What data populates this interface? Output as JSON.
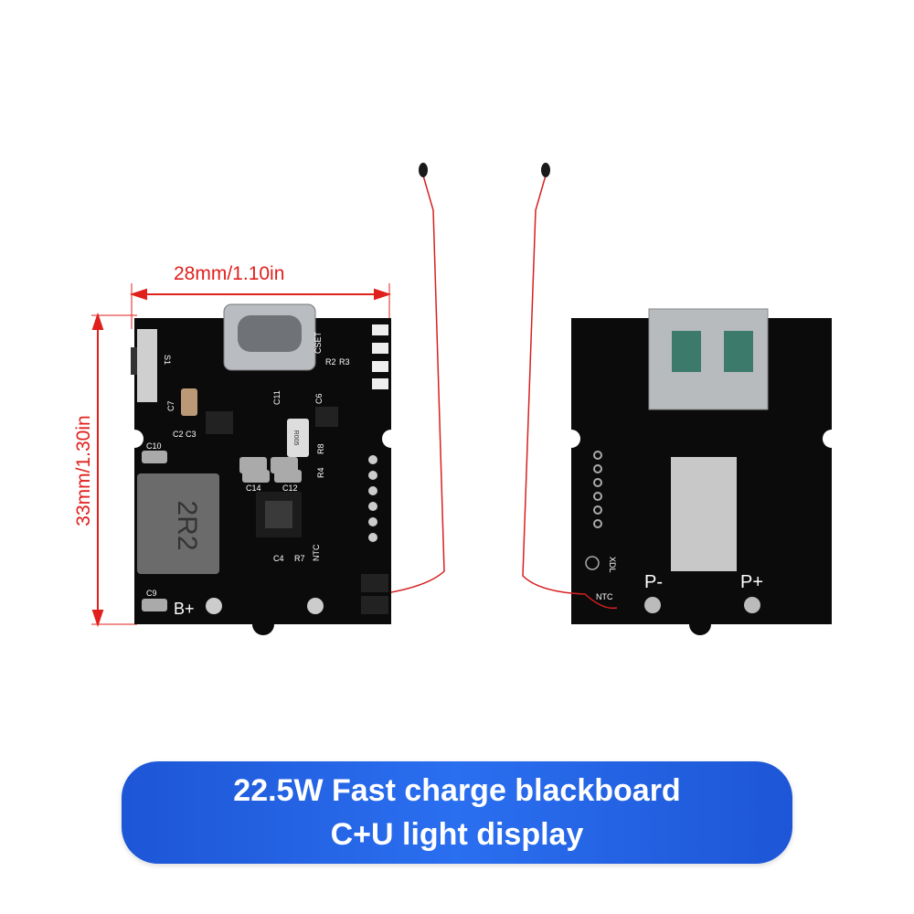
{
  "dimensions": {
    "width_label": "28mm/1.10in",
    "height_label": "33mm/1.30in"
  },
  "front_board": {
    "silkscreen": [
      "S1",
      "C7",
      "C2",
      "C3",
      "C10",
      "C9",
      "B+",
      "C14",
      "C12",
      "C11",
      "C6",
      "CSET",
      "R2",
      "R3",
      "R8",
      "R4",
      "C4",
      "R7",
      "NTC",
      "2R2",
      "R005"
    ]
  },
  "back_board": {
    "silkscreen": [
      "XDL",
      "NTC",
      "P-",
      "P+"
    ]
  },
  "banner": {
    "line1": "22.5W Fast charge blackboard",
    "line2": "C+U light display",
    "color": "#2a6ff0"
  },
  "colors": {
    "dimension": "#e0201c",
    "pcb": "#0b0b0b"
  }
}
